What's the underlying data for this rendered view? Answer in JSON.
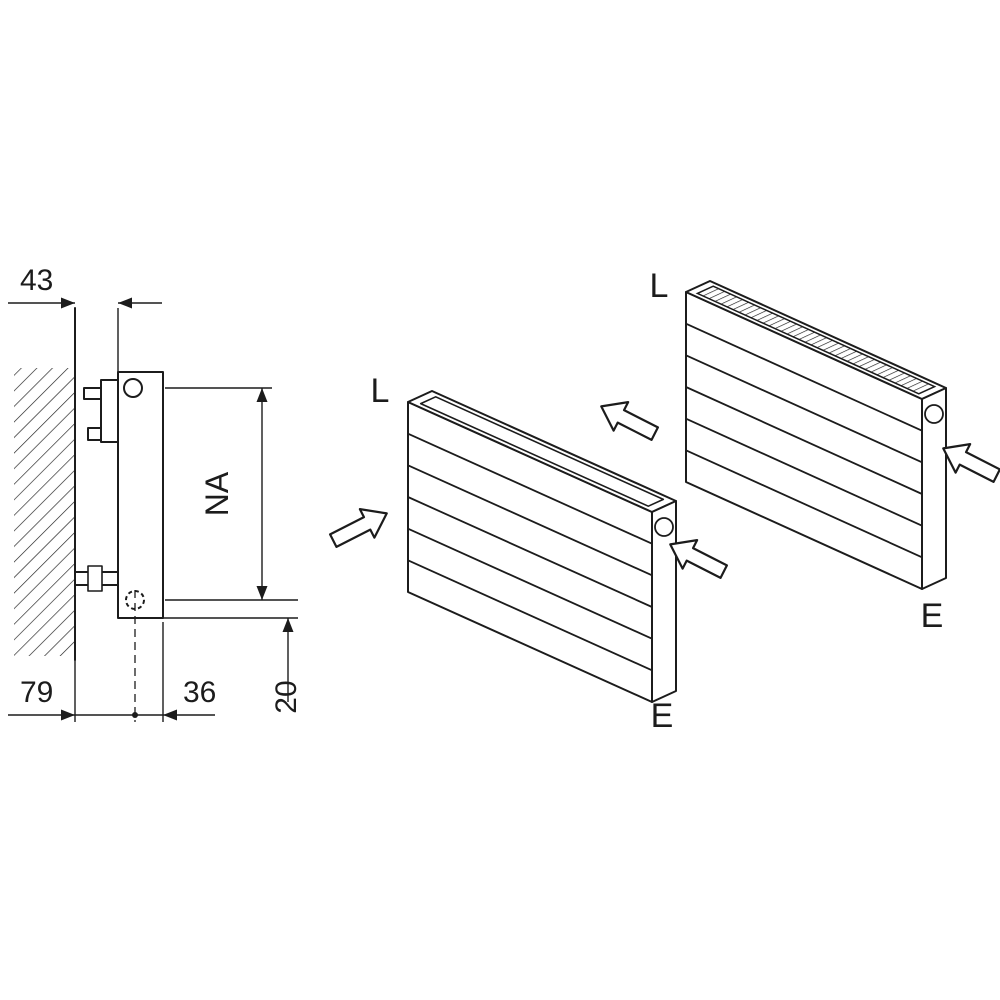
{
  "side_view": {
    "dims": {
      "wall_to_panel": "43",
      "connection_height": "NA",
      "wall_to_pipe": "79",
      "pipe_to_front": "36",
      "bottom_offset": "20"
    }
  },
  "iso_front_unit": {
    "label_left": "L",
    "label_right": "E"
  },
  "iso_back_unit": {
    "label_left": "L",
    "label_right": "E"
  },
  "colors": {
    "line": "#1c1c1c",
    "background": "#ffffff"
  }
}
